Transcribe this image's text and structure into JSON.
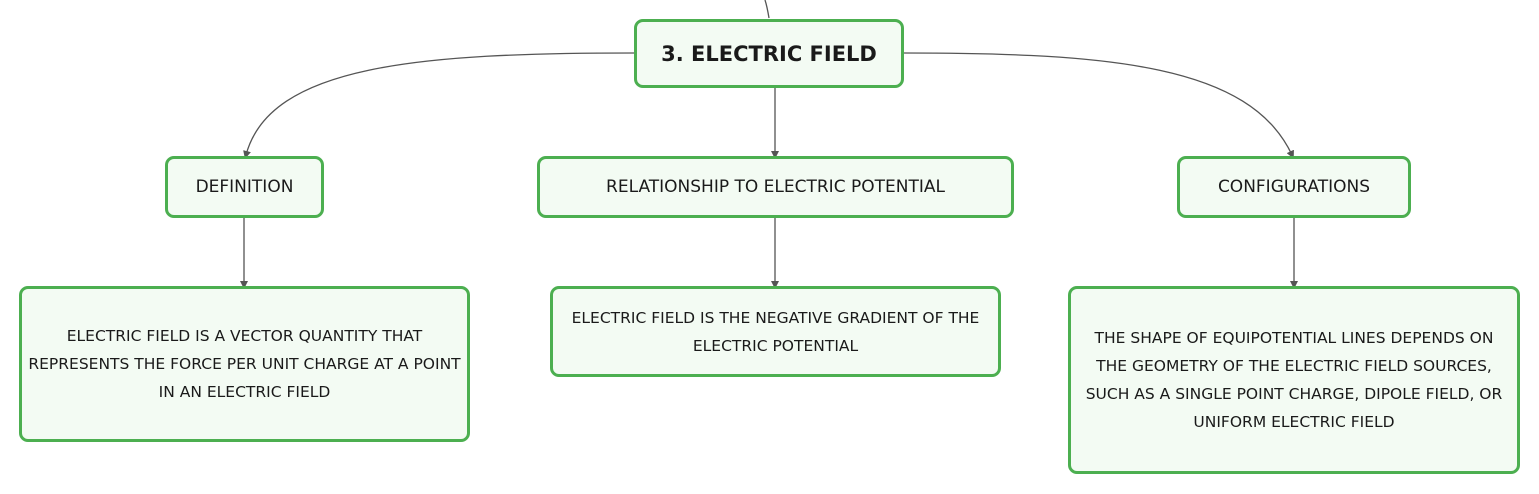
{
  "diagram": {
    "root": {
      "label": "3. ELECTRIC FIELD"
    },
    "branches": [
      {
        "label": "DEFINITION",
        "detail": "ELECTRIC FIELD IS A VECTOR QUANTITY THAT REPRESENTS THE FORCE PER UNIT CHARGE AT A POINT IN AN ELECTRIC FIELD"
      },
      {
        "label": "RELATIONSHIP TO ELECTRIC POTENTIAL",
        "detail": "ELECTRIC FIELD IS THE NEGATIVE GRADIENT OF THE ELECTRIC POTENTIAL"
      },
      {
        "label": "CONFIGURATIONS",
        "detail": "THE SHAPE OF EQUIPOTENTIAL LINES DEPENDS ON THE GEOMETRY OF THE ELECTRIC FIELD SOURCES, SUCH AS A SINGLE POINT CHARGE, DIPOLE FIELD, OR UNIFORM ELECTRIC FIELD"
      }
    ],
    "colors": {
      "node_border": "#4caf50",
      "node_fill": "#f3fbf3",
      "connector": "#555555",
      "text": "#1a1a1a"
    }
  }
}
